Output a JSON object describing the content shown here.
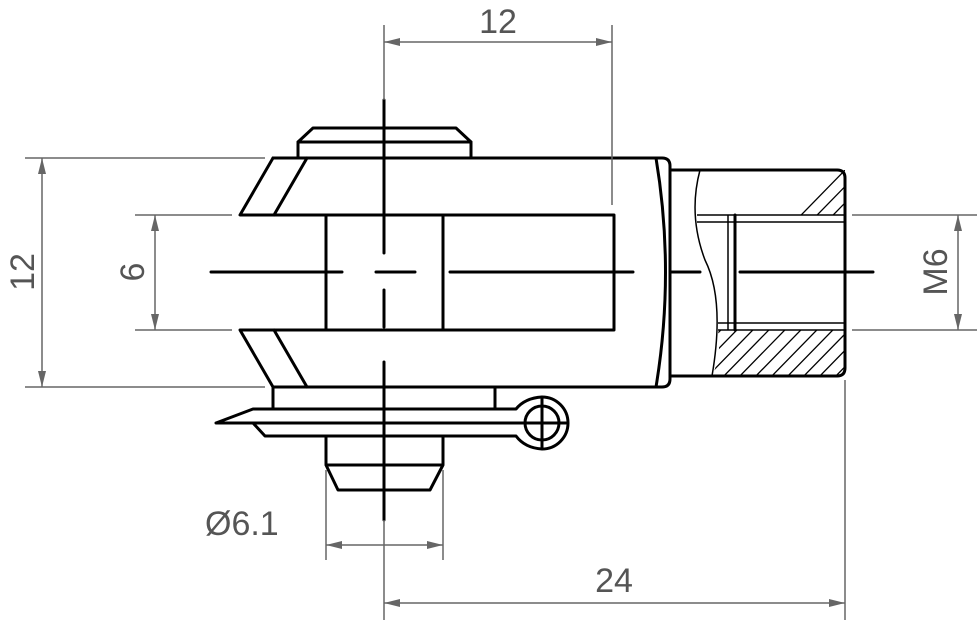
{
  "dimensions": {
    "top_width": "12",
    "left_height": "12",
    "slot_width": "6",
    "thread": "M6",
    "pin_diameter": "Ø6.1",
    "overall_length": "24"
  },
  "colors": {
    "outline": "#000000",
    "dimension": "#666666",
    "text": "#555555"
  }
}
